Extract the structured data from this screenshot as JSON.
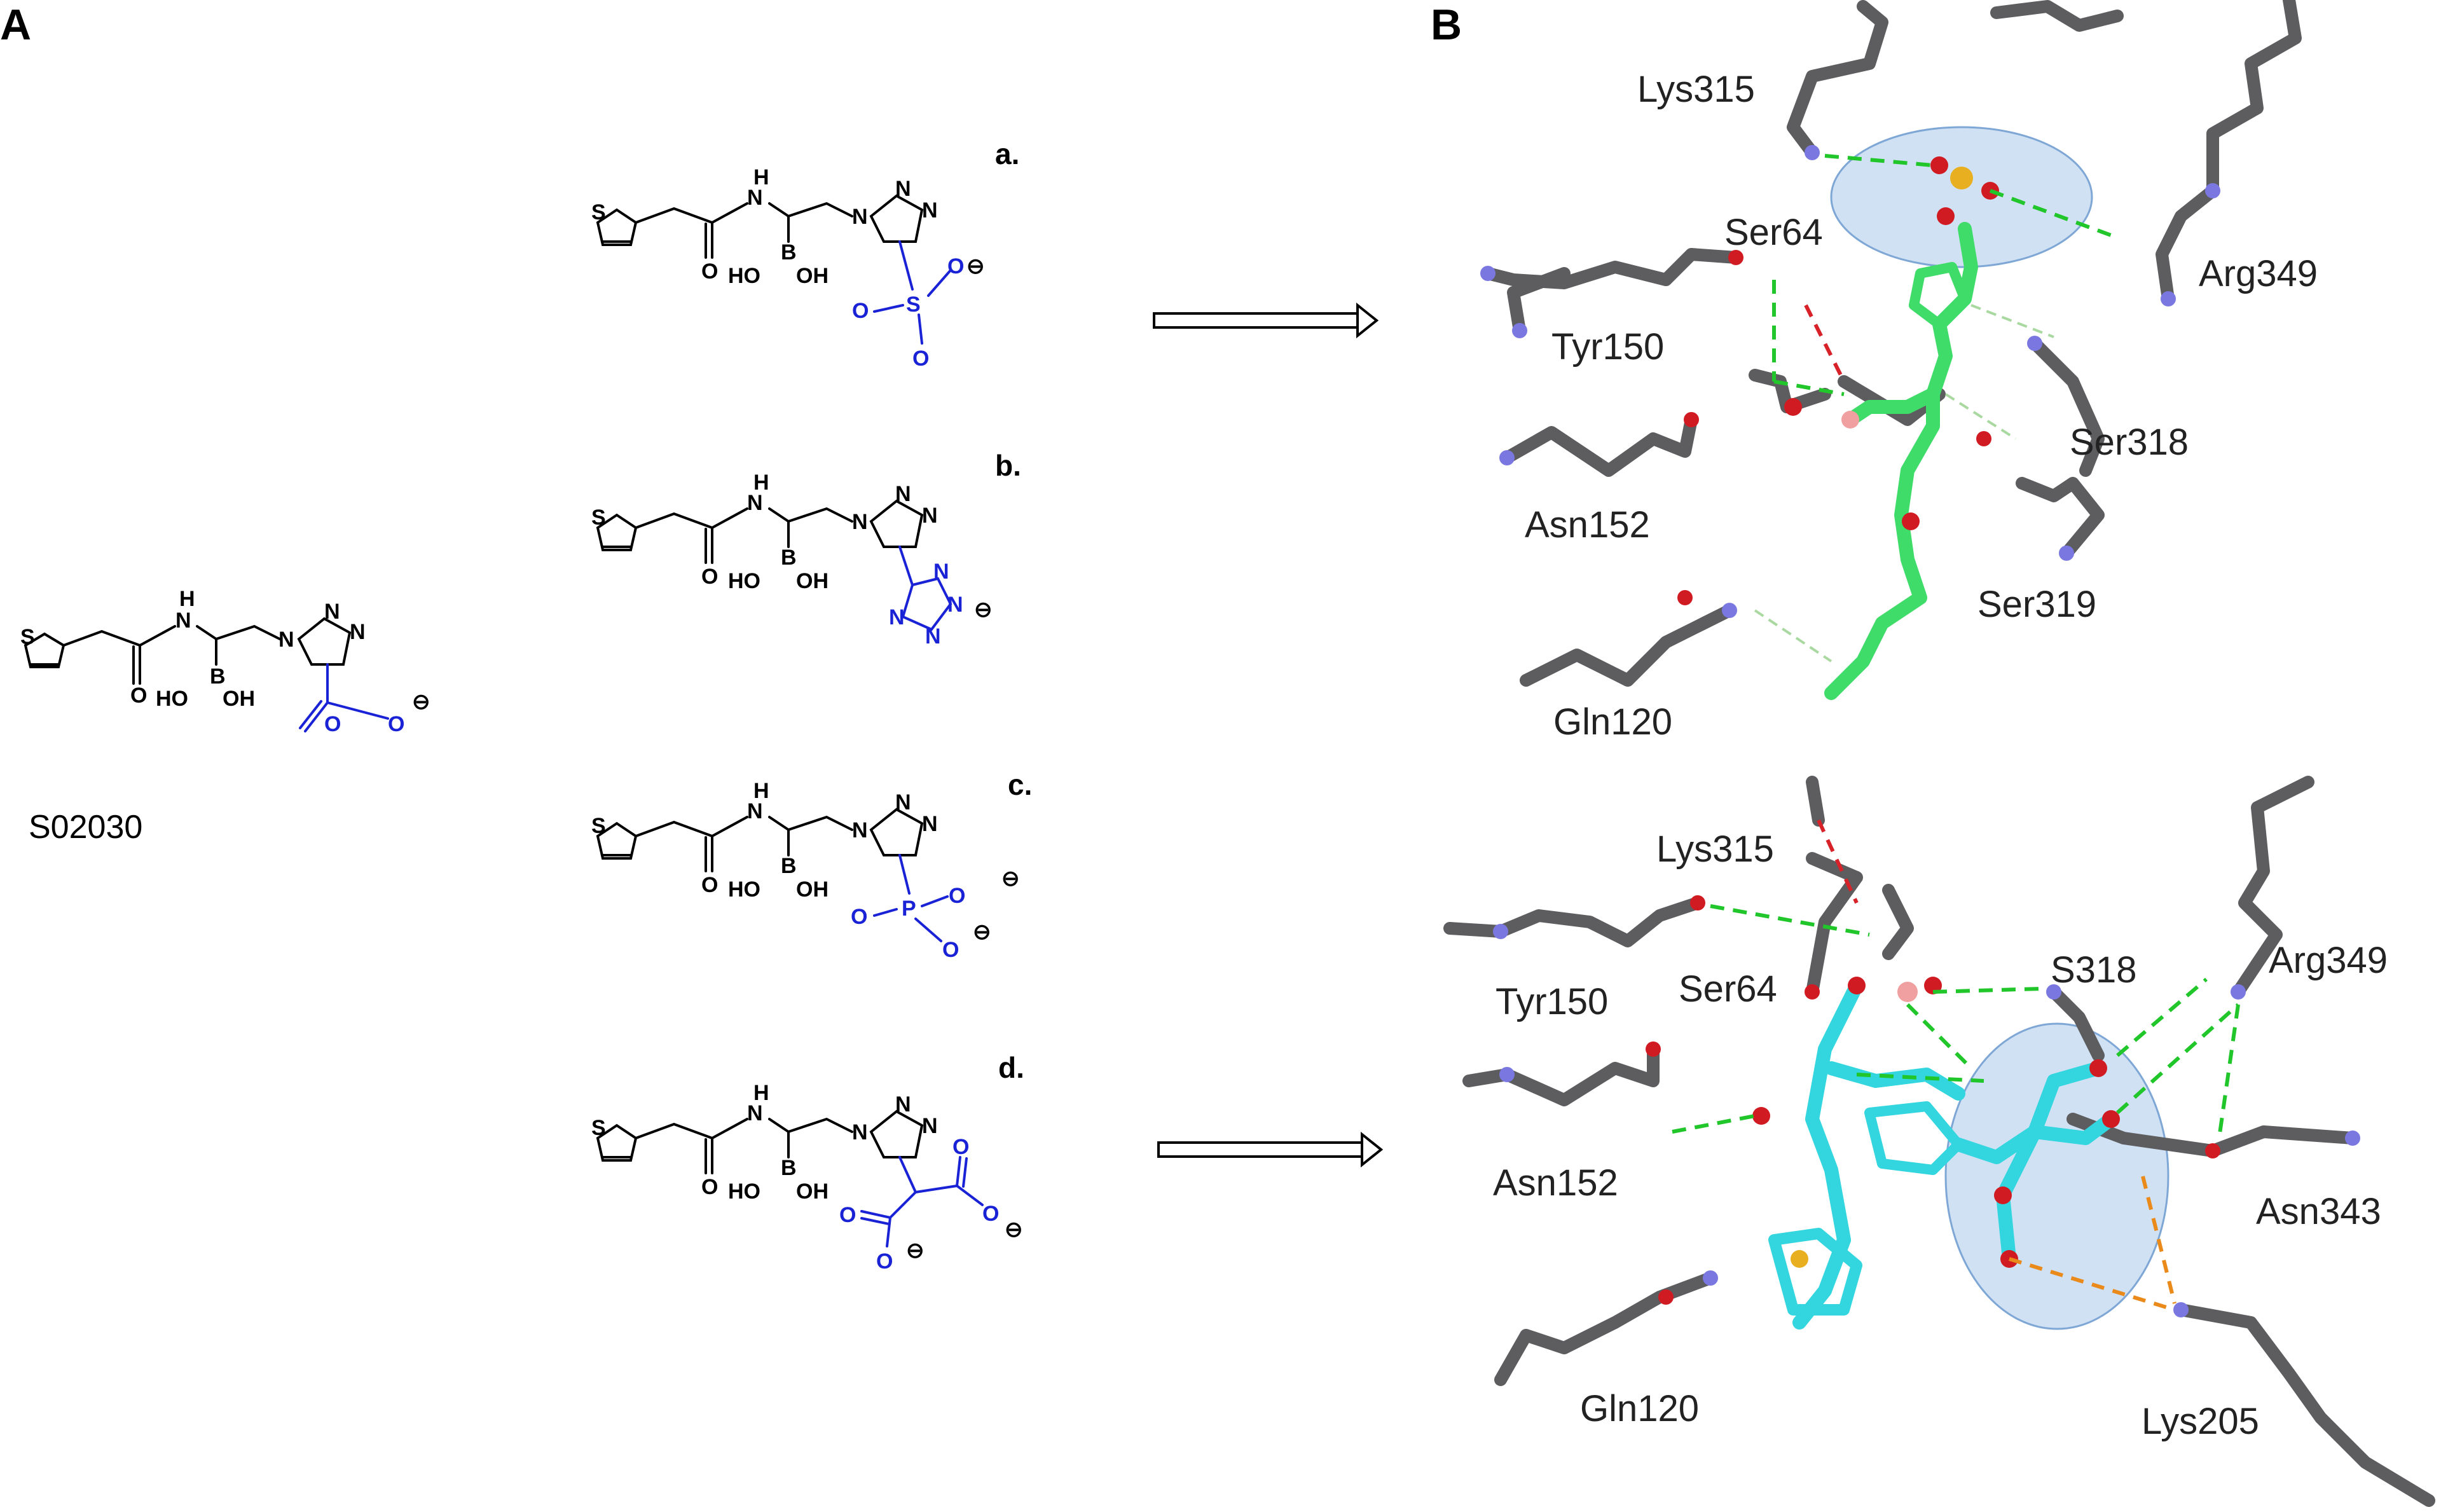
{
  "panels": {
    "A": {
      "letter": "A"
    },
    "B": {
      "letter": "B"
    }
  },
  "parent_compound": {
    "name": "S02030"
  },
  "atom_labels": {
    "S": "S",
    "H": "H",
    "N": "N",
    "O": "O",
    "B": "B",
    "P": "P",
    "OH": "OH",
    "HO": "HO",
    "minus": "⊖"
  },
  "compounds": [
    {
      "letter": "a."
    },
    {
      "letter": "b."
    },
    {
      "letter": "c."
    },
    {
      "letter": "d."
    }
  ],
  "top_complex": {
    "residues": [
      "Lys315",
      "Ser64",
      "Tyr150",
      "Asn152",
      "Gln120",
      "Arg349",
      "Ser318",
      "Ser319"
    ]
  },
  "bottom_complex": {
    "residues": [
      "Lys315",
      "Tyr150",
      "Ser64",
      "S318",
      "Arg349",
      "Asn152",
      "Asn343",
      "Gln120",
      "Lys205"
    ]
  },
  "colors": {
    "carbon_grey": "#5d5d5f",
    "nitrogen": "#7a78e0",
    "oxygen": "#d11b22",
    "boron": "#f0a0a0",
    "sulfur": "#e8b020",
    "ligand_green": "#3fdc6a",
    "ligand_cyan": "#33d6df",
    "hbond_green": "#21c62b",
    "highlight": "#a9c8ea",
    "acid_blue": "#1a22d6"
  }
}
